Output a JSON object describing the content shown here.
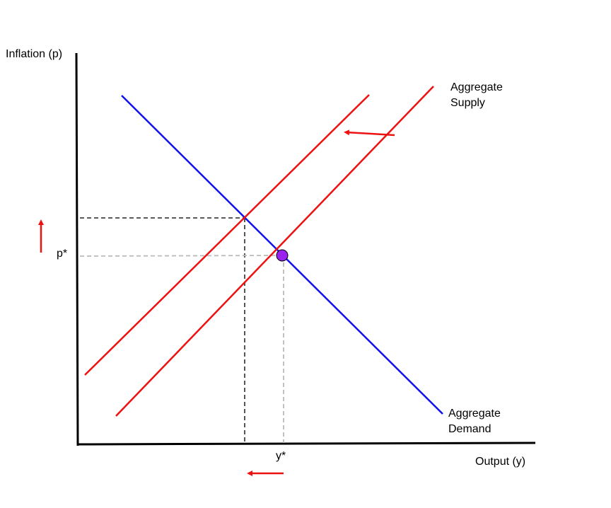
{
  "diagram": {
    "y_axis_label": "Inflation (p)",
    "x_axis_label": "Output (y)",
    "p_star_label": "p*",
    "y_star_label": "y*",
    "supply_label_line1": "Aggregate",
    "supply_label_line2": "Supply",
    "demand_label_line1": "Aggregate",
    "demand_label_line2": "Demand",
    "colors": {
      "supply": "#ee1111",
      "demand": "#1111ee",
      "equilibrium": "#9922ee",
      "dashed_dark": "#444444",
      "dashed_light": "#bbbbbb",
      "arrows": "#ee1111"
    }
  }
}
